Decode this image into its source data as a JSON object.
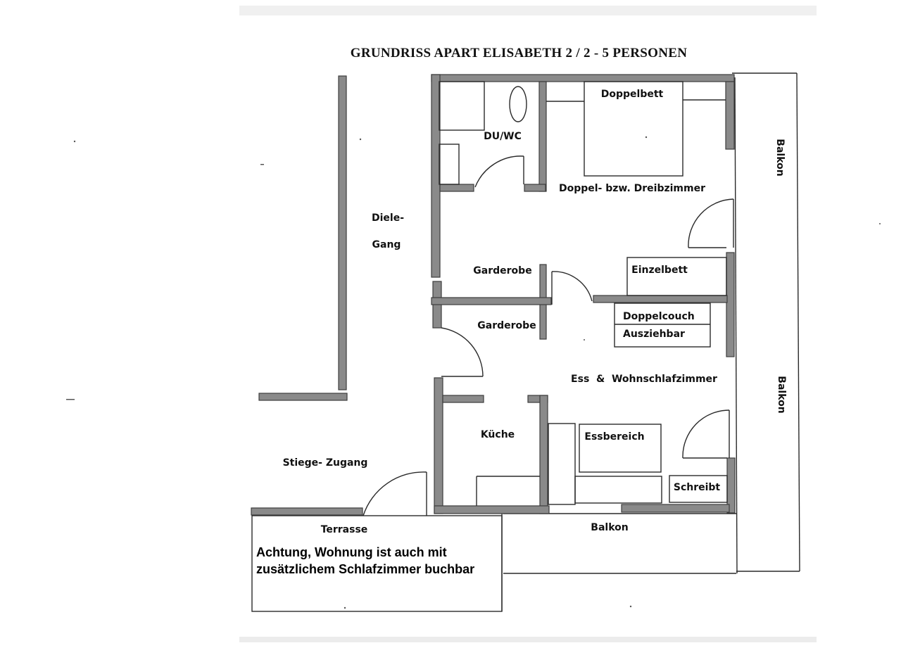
{
  "title": "GRUNDRISS APART ELISABETH 2 / 2 - 5 PERSONEN",
  "rooms": {
    "du_wc": "DU/WC",
    "doppelbett": "Doppelbett",
    "doppel_dreibett_zimmer": "Doppel- bzw. Dreibzimmer",
    "diele": "Diele-",
    "gang": "Gang",
    "garderobe_1": "Garderobe",
    "garderobe_2": "Garderobe",
    "einzelbett": "Einzelbett",
    "doppelcouch": "Doppelcouch",
    "ausziehbar": "Ausziehbar",
    "ess_wohnschlafzimmer": "Ess  &  Wohnschlafzimmer",
    "kueche": "Küche",
    "essbereich": "Essbereich",
    "schreibt": "Schreibt",
    "stiege_zugang": "Stiege- Zugang",
    "terrasse": "Terrasse",
    "balkon_bottom": "Balkon",
    "balkon_right_top": "Balkon",
    "balkon_right_bottom": "Balkon"
  },
  "note": {
    "line1": "Achtung, Wohnung ist auch mit",
    "line2": "zusätzlichem Schlafzimmer buchbar"
  }
}
